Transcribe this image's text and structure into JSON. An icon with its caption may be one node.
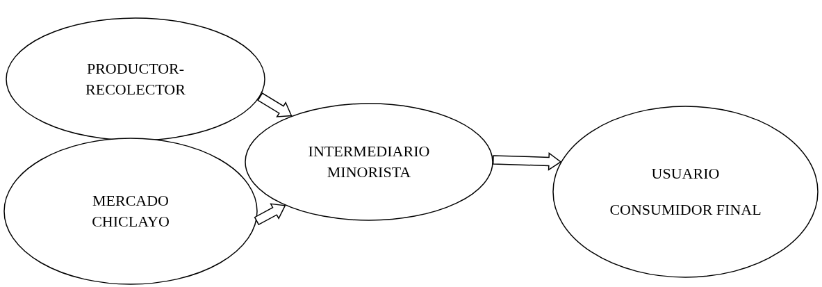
{
  "diagram": {
    "nodes": [
      {
        "text": [
          "PRODUCTOR- RECOLECTOR"
        ]
      },
      {
        "text": [
          "MERCADO CHICLAYO"
        ]
      },
      {
        "text": [
          "INTERMEDIARIO MINORISTA"
        ]
      },
      {
        "text": [
          "USUARIO",
          "CONSUMIDOR FINAL"
        ]
      }
    ],
    "edges": [
      {
        "from": 0,
        "to": 2,
        "arrow": "to"
      },
      {
        "from": 1,
        "to": 2,
        "arrow": "to"
      },
      {
        "from": 2,
        "to": 3,
        "arrow": "to"
      }
    ]
  }
}
